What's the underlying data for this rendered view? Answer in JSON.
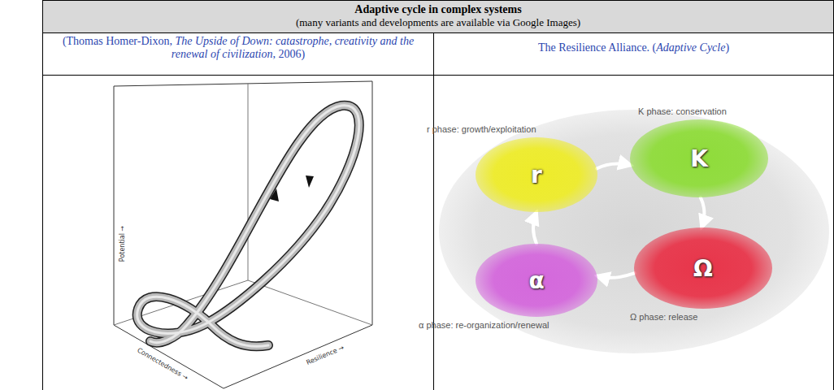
{
  "diagram": {
    "title": "Adaptive cycle in complex systems",
    "nodes": [
      {
        "text": [
          "r",
          "r phase: growth/exploitation"
        ]
      },
      {
        "text": [
          "K",
          "K phase: conservation"
        ]
      },
      {
        "text": [
          "Ω",
          "Ω phase: release"
        ]
      },
      {
        "text": [
          "α",
          "α phase: re-organization/renewal"
        ]
      }
    ],
    "edges": [
      {
        "from": 0,
        "to": 1,
        "arrow": "to"
      },
      {
        "from": 1,
        "to": 2,
        "arrow": "to"
      },
      {
        "from": 2,
        "to": 3,
        "arrow": "to"
      },
      {
        "from": 3,
        "to": 0,
        "arrow": "to"
      }
    ],
    "labels": [
      "(many variants and developments are available via Google Images)",
      "(Thomas Homer-Dixon,",
      "The Upside of Down: catastrophe, creativity and the renewal of civilization",
      ", 2006)",
      "The Resilience Alliance. (",
      "Adaptive Cycle",
      ")",
      "Potential →",
      "Connectedness →",
      "Resilience →"
    ]
  }
}
